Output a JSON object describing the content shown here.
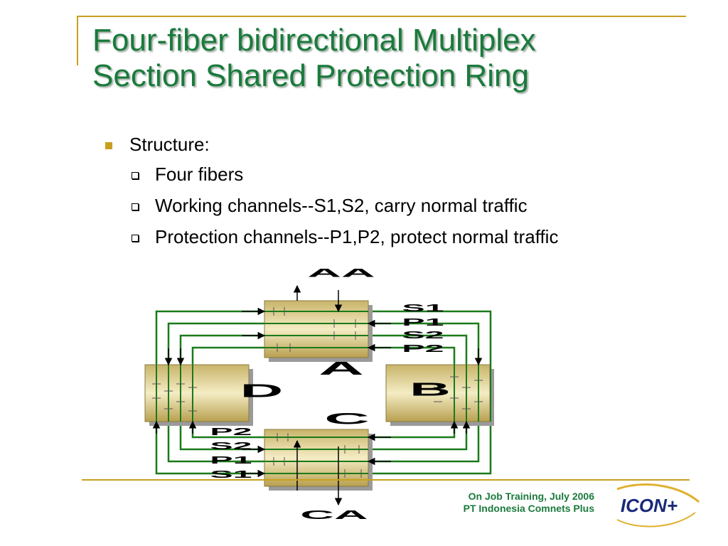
{
  "slide": {
    "title_line1": "Four-fiber bidirectional Multiplex",
    "title_line2": "Section Shared Protection Ring",
    "bullet": "Structure:",
    "subbullets": [
      "Four fibers",
      "Working channels--S1,S2, carry normal traffic",
      "Protection channels--P1,P2, protect normal traffic"
    ]
  },
  "diagram": {
    "nodes": {
      "a": "A",
      "b": "B",
      "c": "C",
      "d": "D"
    },
    "top_label": "AA",
    "bottom_label": "CA",
    "right_channels": [
      "S1",
      "P1",
      "S2",
      "P2"
    ],
    "left_channels": [
      "P2",
      "S2",
      "P1",
      "S1"
    ]
  },
  "footer": {
    "line1": "On Job Training, July 2006",
    "line2": "PT Indonesia Comnets Plus",
    "logo_text": "ICON+"
  },
  "colors": {
    "title": "#1a7a3c",
    "accent": "#c8a020",
    "fiber": "#1a7a1a",
    "node_fill": "#d8c680"
  }
}
